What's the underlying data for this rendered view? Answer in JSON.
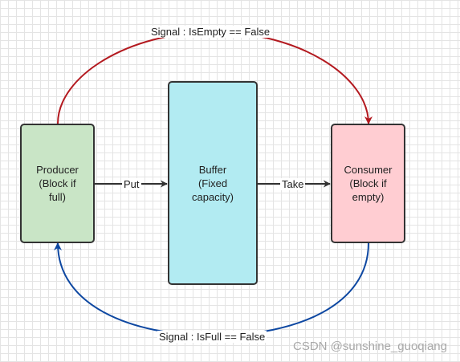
{
  "nodes": {
    "producer": {
      "label": "Producer\n(Block if\nfull)",
      "fill": "#c9e5c6"
    },
    "buffer": {
      "label": "Buffer\n(Fixed\ncapacity)",
      "fill": "#b2ebf2"
    },
    "consumer": {
      "label": "Consumer\n(Block if\nempty)",
      "fill": "#ffcdd2"
    }
  },
  "edges": {
    "put": "Put",
    "take": "Take",
    "signal_top": {
      "label": "Signal : IsEmpty == False",
      "color": "#b3191f"
    },
    "signal_bottom": {
      "label": "Signal : IsFull == False",
      "color": "#0d47a1"
    }
  },
  "watermark": "CSDN @sunshine_guoqiang"
}
